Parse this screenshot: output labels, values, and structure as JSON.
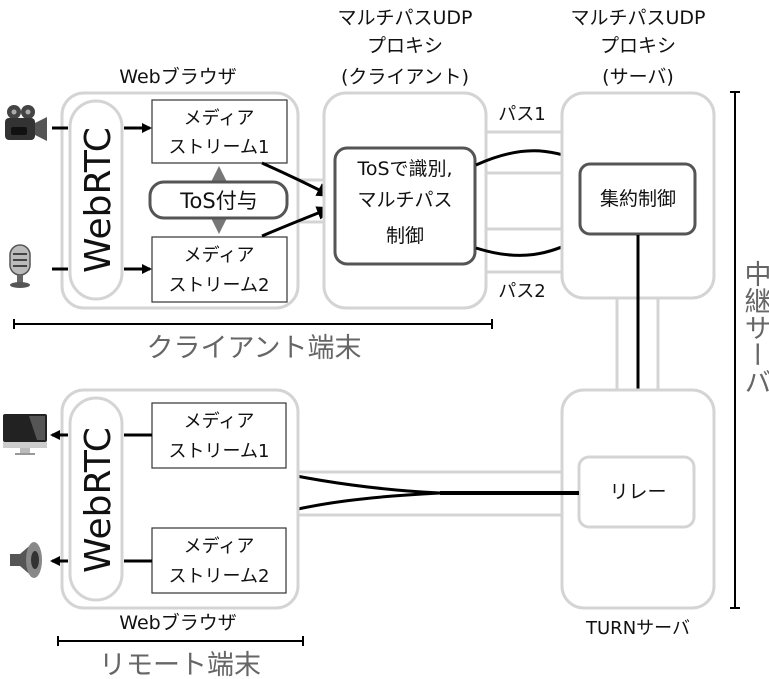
{
  "client_side": {
    "browser_label": "Webブラウザ",
    "webrtc_label": "WebRTC",
    "stream1": [
      "メディア",
      "ストリーム1"
    ],
    "stream2": [
      "メディア",
      "ストリーム2"
    ],
    "tos_label": "ToS付与",
    "terminal_label": "クライアント端末",
    "inputs": [
      {
        "icon": "video-camera-icon"
      },
      {
        "icon": "microphone-icon"
      }
    ]
  },
  "client_proxy": {
    "title": [
      "マルチパスUDP",
      "プロキシ",
      "(クライアント)"
    ],
    "control_box": [
      "ToSで識別,",
      "マルチパス",
      "制御"
    ]
  },
  "paths": {
    "path1": "パス1",
    "path2": "パス2"
  },
  "server_proxy": {
    "title": [
      "マルチパスUDP",
      "プロキシ",
      "(サーバ)"
    ],
    "aggregate_box": "集約制御"
  },
  "turn_server": {
    "label": "TURNサーバ",
    "relay_box": "リレー"
  },
  "relay_group_label": "中継サーバ",
  "remote_side": {
    "browser_label": "Webブラウザ",
    "webrtc_label": "WebRTC",
    "stream1": [
      "メディア",
      "ストリーム1"
    ],
    "stream2": [
      "メディア",
      "ストリーム2"
    ],
    "terminal_label": "リモート端末",
    "outputs": [
      {
        "icon": "monitor-icon"
      },
      {
        "icon": "speaker-icon"
      }
    ]
  }
}
